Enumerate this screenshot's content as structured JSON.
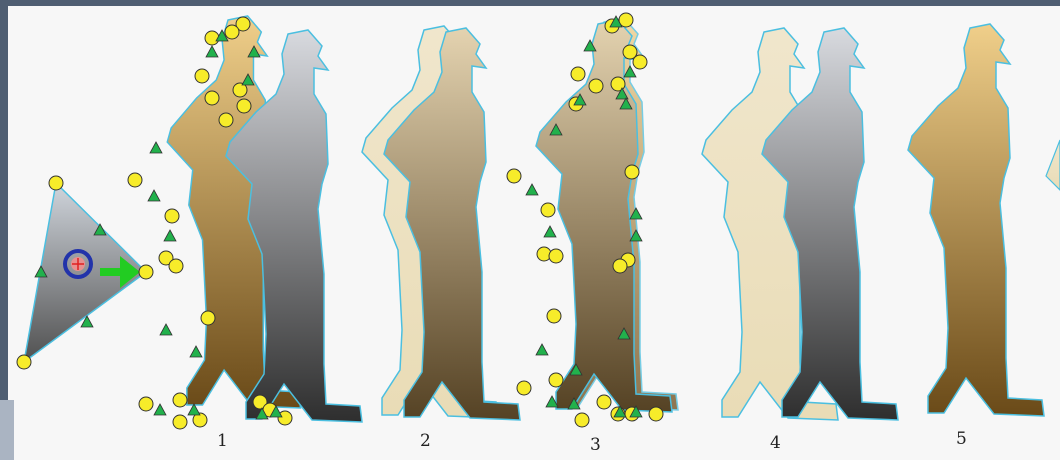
{
  "colors": {
    "desktop": "#4f5e72",
    "canvas": "#f7f7f7",
    "outline": "#4bbfe0",
    "control_point": "#f7ec2a",
    "tangent_handle": "#22b14c",
    "move_arrow": "#22cc22",
    "pivot_ring": "#2233aa",
    "pivot_cross": "#e02020",
    "gold_top": "#f0cf8a",
    "gold_bottom": "#6a4a18",
    "gray_top": "#d8dadf",
    "gray_bottom": "#2e2e2e"
  },
  "frames": [
    {
      "label": "1",
      "name": "frame-1"
    },
    {
      "label": "2",
      "name": "frame-2"
    },
    {
      "label": "3",
      "name": "frame-3"
    },
    {
      "label": "4",
      "name": "frame-4"
    },
    {
      "label": "5",
      "name": "frame-5"
    }
  ]
}
